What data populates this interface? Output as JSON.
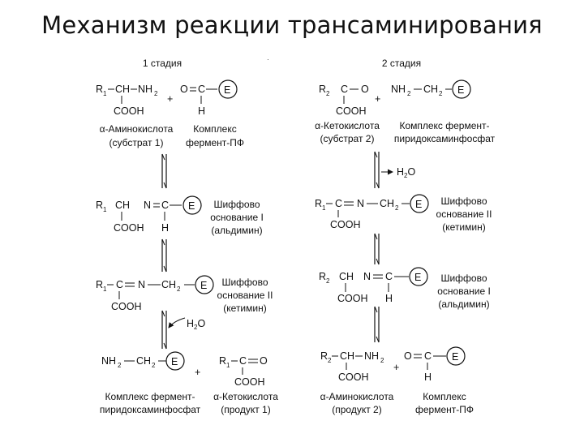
{
  "title": "Механизм реакции трансаминирования",
  "stage1": {
    "label": "1 стадия",
    "substrate": {
      "formula": "R1–CH–NH2 | COOH",
      "name_line1": "α-Аминокислота",
      "name_line2": "(субстрат 1)"
    },
    "complex": {
      "formula": "O=C–(E) | H",
      "name_line1": "Комплекс",
      "name_line2": "фермент-ПФ"
    },
    "schiff1": {
      "name_line1": "Шиффово",
      "name_line2": "основание I",
      "name_line3": "(альдимин)"
    },
    "schiff2": {
      "name_line1": "Шиффово",
      "name_line2": "основание II",
      "name_line3": "(кетимин)"
    },
    "water": "H2O",
    "product_complex": {
      "name_line1": "Комплекс фермент-",
      "name_line2": "пиридоксаминфосфат"
    },
    "product": {
      "name_line1": "α-Кетокислота",
      "name_line2": "(продукт 1)"
    }
  },
  "stage2": {
    "label": "2 стадия",
    "substrate": {
      "name_line1": "α-Кетокислота",
      "name_line2": "(субстрат 2)"
    },
    "complex": {
      "name_line1": "Комплекс фермент-",
      "name_line2": "пиридоксаминфосфат"
    },
    "water": "H2O",
    "schiff2": {
      "name_line1": "Шиффово",
      "name_line2": "основание II",
      "name_line3": "(кетимин)"
    },
    "schiff1": {
      "name_line1": "Шиффово",
      "name_line2": "основание I",
      "name_line3": "(альдимин)"
    },
    "product": {
      "name_line1": "α-Аминокислота",
      "name_line2": "(продукт 2)"
    },
    "product_complex": {
      "name_line1": "Комплекс",
      "name_line2": "фермент-ПФ"
    }
  },
  "atoms": {
    "E": "E",
    "R": "R",
    "C": "C",
    "CH": "CH",
    "CH2": "CH",
    "NH2": "NH",
    "N": "N",
    "O": "O",
    "H": "H",
    "COOH": "COOH",
    "plus": "+",
    "one": "1",
    "two": "2"
  }
}
